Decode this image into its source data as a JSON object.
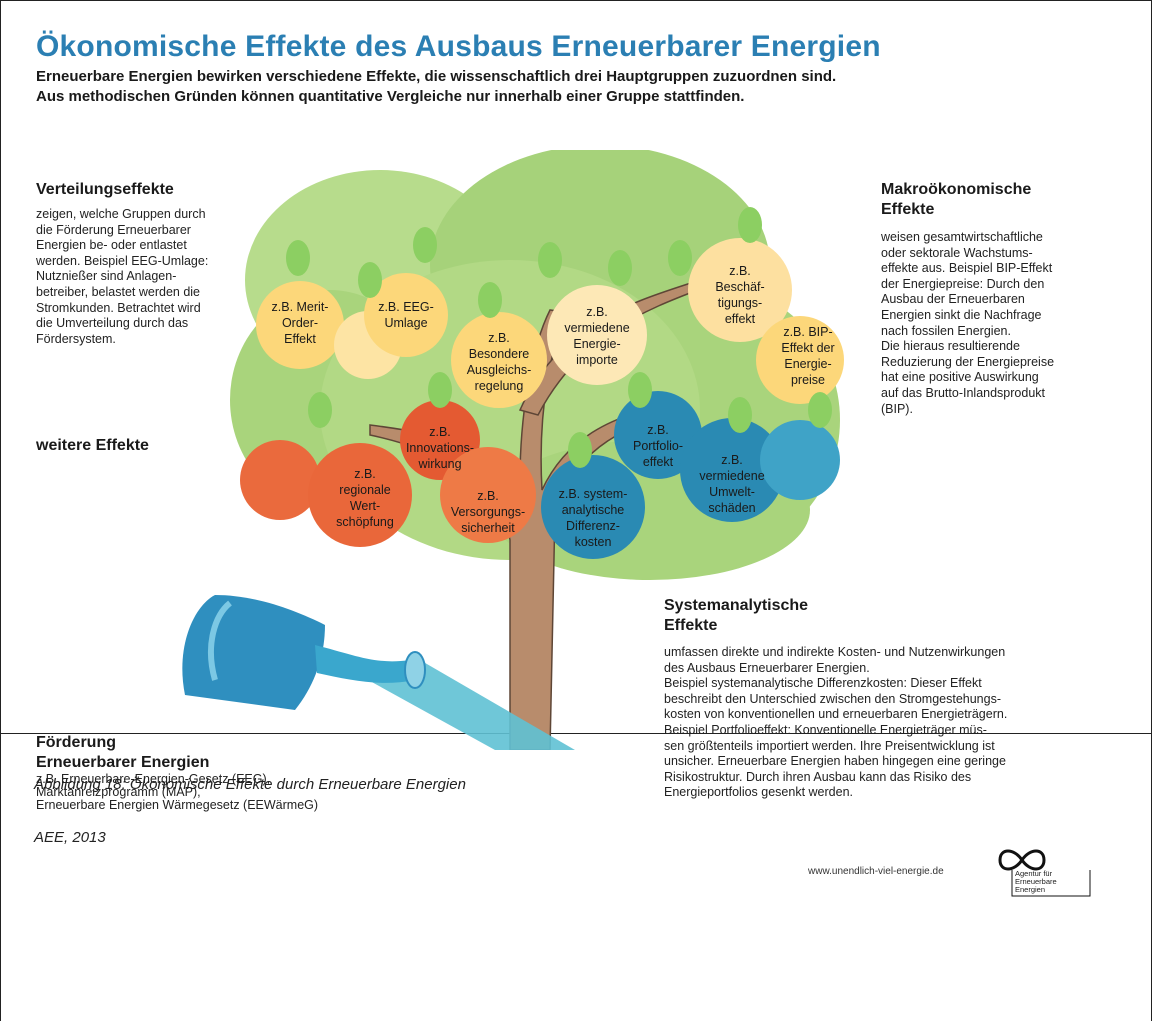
{
  "title": "Ökonomische Effekte des Ausbaus Erneuerbarer Energien",
  "subtitle": [
    "Erneuerbare Energien bewirken verschiedene Effekte, die wissenschaftlich drei Hauptgruppen zuzuordnen sind.",
    "Aus methodischen Gründen können quantitative Vergleiche nur innerhalb einer Gruppe stattfinden."
  ],
  "verteilung": {
    "heading": "Verteilungseffekte",
    "lines": [
      "zeigen, welche Gruppen durch",
      "die Förderung Erneuerbarer",
      "Energien be- oder entlastet",
      "werden. Beispiel EEG-Umlage:",
      "Nutznießer sind Anlagen-",
      "betreiber, belastet werden die",
      "Stromkunden. Betrachtet wird",
      "die Umverteilung durch das",
      "Fördersystem."
    ]
  },
  "weitere": {
    "heading": "weitere Effekte"
  },
  "makro": {
    "heading": [
      "Makroökonomische",
      "Effekte"
    ],
    "lines": [
      "weisen gesamtwirtschaftliche",
      "oder sektorale Wachstums-",
      "effekte aus. Beispiel BIP-Effekt",
      "der Energiepreise: Durch den",
      "Ausbau der Erneuerbaren",
      "Energien sinkt die Nachfrage",
      "nach fossilen Energien.",
      "Die hieraus resultierende",
      "Reduzierung der Energiepreise",
      "hat eine positive Auswirkung",
      "auf das Brutto-Inlandsprodukt",
      "(BIP)."
    ]
  },
  "system": {
    "heading": [
      "Systemanalytische",
      "Effekte"
    ],
    "lines": [
      "umfassen direkte und indirekte Kosten- und Nutzenwirkungen",
      "des Ausbaus Erneuerbarer Energien.",
      "Beispiel systemanalytische Differenzkosten: Dieser Effekt",
      "beschreibt den Unterschied zwischen den Stromgestehungs-",
      "kosten von konventionellen und erneuerbaren Energieträgern.",
      "Beispiel Portfolioeffekt: Konventionelle Energieträger müs-",
      "sen größtenteils importiert werden. Ihre Preisentwicklung ist",
      "unsicher. Erneuerbare Energien haben hingegen eine geringe",
      "Risikostruktur. Durch ihren Ausbau kann das Risiko des",
      "Energieportfolios gesenkt werden."
    ]
  },
  "foerderung": {
    "heading": [
      "Förderung",
      "Erneuerbarer Energien"
    ],
    "lines": [
      "z.B. Erneuerbare-Energien-Gesetz (EEG),",
      "Marktanreizprogramm (MAP),",
      "Erneuerbare Energien Wärmegesetz (EEWärmeG)"
    ]
  },
  "fruits": {
    "merit": [
      "z.B. Merit-",
      "Order-",
      "Effekt"
    ],
    "eeg": [
      "z.B. EEG-",
      "Umlage"
    ],
    "ausgleich": [
      "z.B.",
      "Besondere",
      "Ausgleichs-",
      "regelung"
    ],
    "importe": [
      "z.B.",
      "vermiedene",
      "Energie-",
      "importe"
    ],
    "beschaeftigung": [
      "z.B.",
      "Beschäf-",
      "tigungs-",
      "effekt"
    ],
    "bip": [
      "z.B. BIP-",
      "Effekt der",
      "Energie-",
      "preise"
    ],
    "innovation": [
      "z.B.",
      "Innovations-",
      "wirkung"
    ],
    "regional": [
      "z.B.",
      "regionale",
      "Wert-",
      "schöpfung"
    ],
    "versorgung": [
      "z.B.",
      "Versorgungs-",
      "sicherheit"
    ],
    "differenz": [
      "z.B. system-",
      "analytische",
      "Differenz-",
      "kosten"
    ],
    "portfolio": [
      "z.B.",
      "Portfolio-",
      "effekt"
    ],
    "umwelt": [
      "z.B.",
      "vermiedene",
      "Umwelt-",
      "schäden"
    ]
  },
  "logo": {
    "text": [
      "Agentur für",
      "Erneuerbare",
      "Energien"
    ]
  },
  "url": "www.unendlich-viel-energie.de",
  "caption": "Abbildung 18: Ökonomische Effekte durch Erneuerbare Energien",
  "source": "AEE, 2013",
  "colors": {
    "title": "#2b7fb3",
    "leaf": "#a9d47c",
    "trunk": "#b88c6c",
    "yellow": "#fcd77a",
    "orange": "#ea6a3d",
    "blue": "#2a8ab3",
    "can": "#3aa7cd"
  }
}
